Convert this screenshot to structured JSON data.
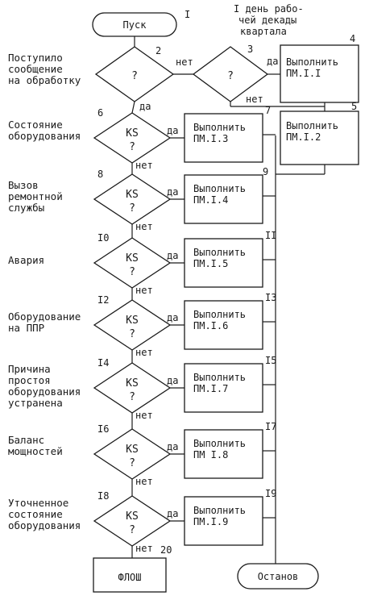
{
  "start": {
    "label": "Пуск",
    "num": "I"
  },
  "note": [
    "I день рабо-",
    "чей декады",
    "квартала"
  ],
  "d2": {
    "num": "2",
    "mark": "?",
    "no": "нет",
    "yes": "да",
    "side": [
      "Поступило",
      "сообщение",
      "на обработку"
    ]
  },
  "d3": {
    "num": "3",
    "mark": "?",
    "yes": "да",
    "no": "нет"
  },
  "b4": {
    "num": "4",
    "lines": [
      "Выполнить",
      "ПМ.I.I"
    ]
  },
  "b5": {
    "num": "5",
    "lines": [
      "Выполнить",
      "ПМ.I.2"
    ]
  },
  "c9": {
    "num": "9"
  },
  "steps": [
    {
      "dnum": "6",
      "bnum": "7",
      "ks": "KS",
      "q": "?",
      "yes": "да",
      "no": "нет",
      "side": [
        "Состояние",
        "оборудования"
      ],
      "lines": [
        "Выполнить",
        "ПМ.I.3"
      ]
    },
    {
      "dnum": "8",
      "bnum": "",
      "ks": "KS",
      "q": "?",
      "yes": "да",
      "no": "нет",
      "side": [
        "Вызов",
        "ремонтной",
        "службы"
      ],
      "lines": [
        "Выполнить",
        "ПМ.I.4"
      ]
    },
    {
      "dnum": "I0",
      "bnum": "II",
      "ks": "KS",
      "q": "?",
      "yes": "да",
      "no": "нет",
      "side": [
        "Авария"
      ],
      "lines": [
        "Выполнить",
        "ПМ.I.5"
      ]
    },
    {
      "dnum": "I2",
      "bnum": "I3",
      "ks": "KS",
      "q": "?",
      "yes": "да",
      "no": "нет",
      "side": [
        "Оборудование",
        "на ППР"
      ],
      "lines": [
        "Выполнить",
        "ПМ.I.6"
      ]
    },
    {
      "dnum": "I4",
      "bnum": "I5",
      "ks": "KS",
      "q": "?",
      "yes": "да",
      "no": "нет",
      "side": [
        "Причина",
        "простоя",
        "оборудования",
        "устранена"
      ],
      "lines": [
        "Выполнить",
        "ПМ.I.7"
      ]
    },
    {
      "dnum": "I6",
      "bnum": "I7",
      "ks": "KS",
      "q": "?",
      "yes": "да",
      "no": "нет",
      "side": [
        "Баланс",
        "мощностей"
      ],
      "lines": [
        "Выполнить",
        "ПМ I.8"
      ]
    },
    {
      "dnum": "I8",
      "bnum": "I9",
      "ks": "KS",
      "q": "?",
      "yes": "да",
      "no": "нет",
      "side": [
        "Уточненное",
        "состояние",
        "оборудования"
      ],
      "lines": [
        "Выполнить",
        "ПМ.I.9"
      ]
    }
  ],
  "end_num": "20",
  "flosh": "ФЛОШ",
  "stop": "Останов"
}
